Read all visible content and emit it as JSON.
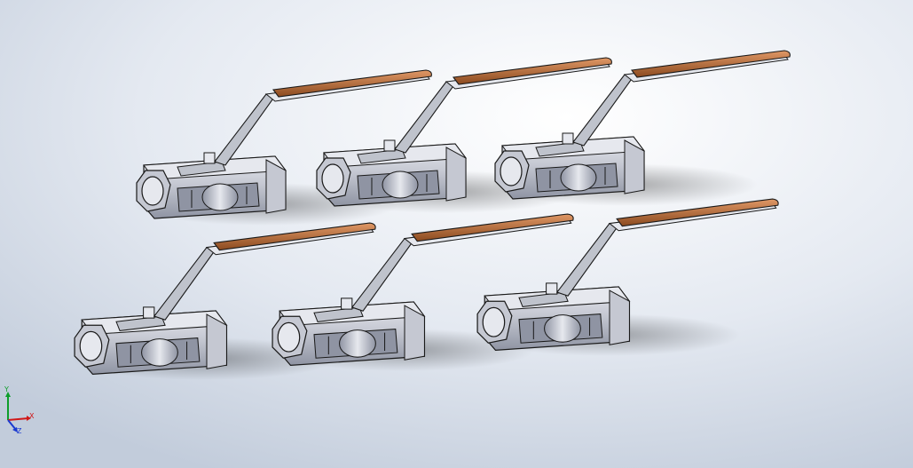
{
  "scene": {
    "background": {
      "highlight": "#ffffff",
      "mid": "#e4e9f1",
      "edge": "#c2ccdb"
    },
    "model": {
      "part_name": "ball-valve",
      "instance_count": 6,
      "body_color": "#c5c8d2",
      "body_light": "#e6e8ee",
      "body_dark": "#8f94a3",
      "edge_color": "#1a1a1a",
      "handle_color": "#c8743a",
      "handle_light": "#e09866",
      "handle_dark": "#8b4a1f",
      "stem_color": "#bfc3cc"
    }
  },
  "triad": {
    "x_label": "X",
    "y_label": "Y",
    "z_label": "Z",
    "x_color": "#d01818",
    "y_color": "#0e9e2a",
    "z_color": "#1a3ad0"
  }
}
